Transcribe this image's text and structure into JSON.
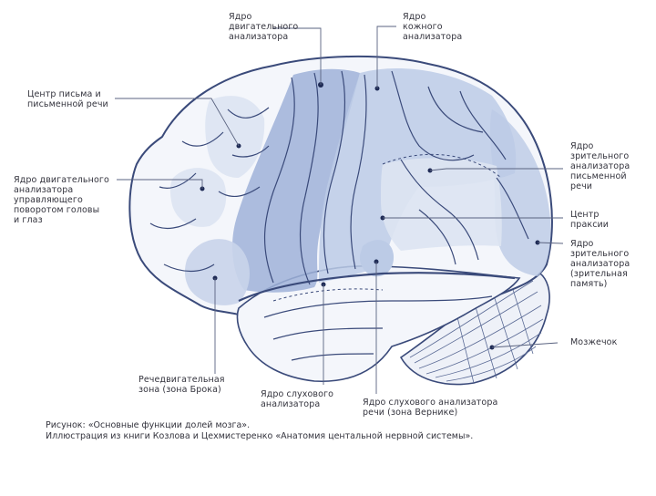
{
  "labels": {
    "motor_nucleus": "Ядро\nдвигательного\nанализатора",
    "skin_nucleus": "Ядро\nкожного\nанализатора",
    "writing_center": "Центр письма и\nписьменной речи",
    "head_eye_motor": "Ядро двигательного\nанализатора\nуправляющего\nповоротом головы\nи глаз",
    "visual_written": "Ядро\nзрительного\nанализатора\nписьменной\nречи",
    "praxis_center": "Центр\nпраксии",
    "visual_memory": "Ядро\nзрительного\nанализатора\n(зрительная\nпамять)",
    "cerebellum": "Мозжечок",
    "broca": "Речедвигательная\nзона (зона Брока)",
    "auditory_nucleus": "Ядро слухового\nанализатора",
    "wernicke": "Ядро слухового анализатора\n речи (зона Вернике)"
  },
  "caption": "Рисунок: «Основные функции долей мозга».\nИллюстрация из книги Козлова и Цехмистеренко «Анатомия центальной нервной системы».",
  "colors": {
    "outline": "#3a4a7a",
    "brain_fill": "#f4f6fb",
    "zone_light": "#dde4f2",
    "zone_mid": "#bccbe6",
    "zone_dark": "#9fb1d8",
    "leader": "#5a6380"
  }
}
